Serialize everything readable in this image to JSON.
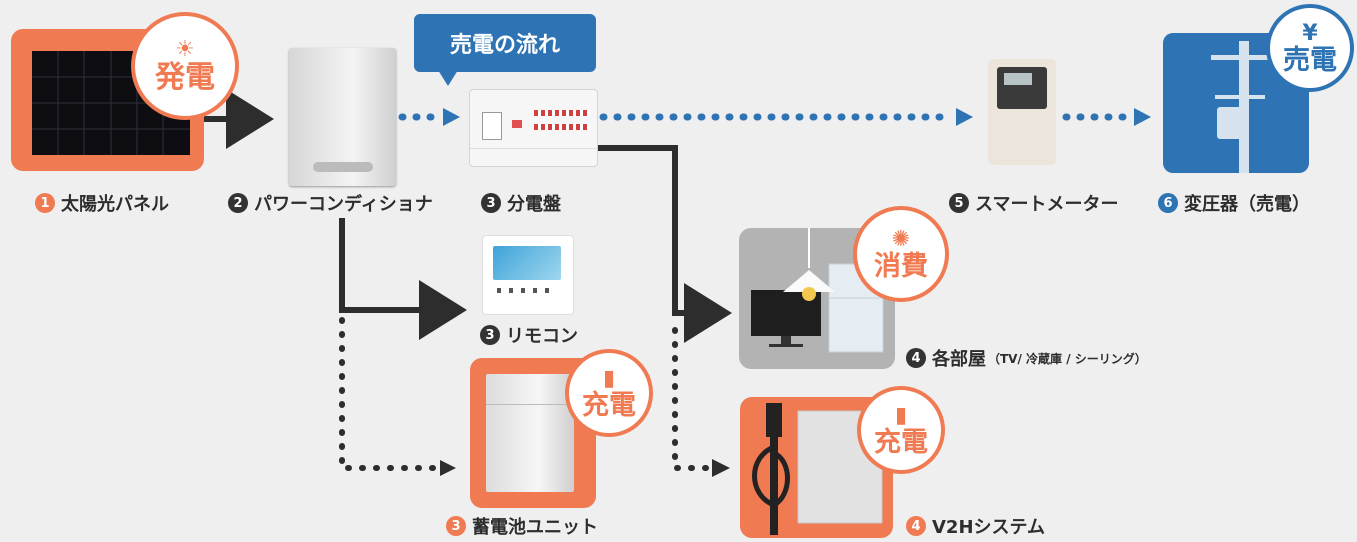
{
  "callout": {
    "text": "売電の流れ"
  },
  "badges": {
    "generate": "発電",
    "consume": "消費",
    "charge_battery": "充電",
    "charge_v2h": "充電",
    "sell": "売電"
  },
  "items": [
    {
      "num": "1",
      "label": "太陽光パネル"
    },
    {
      "num": "2",
      "label": "パワーコンディショナ"
    },
    {
      "num": "3",
      "label": "分電盤"
    },
    {
      "num": "3",
      "label": "リモコン"
    },
    {
      "num": "3",
      "label": "蓄電池ユニット"
    },
    {
      "num": "4",
      "label": "各部屋",
      "note": "（TV/ 冷蔵庫 / シーリング）"
    },
    {
      "num": "4",
      "label": "V2Hシステム"
    },
    {
      "num": "5",
      "label": "スマートメーター"
    },
    {
      "num": "6",
      "label": "変圧器（売電）"
    }
  ],
  "colors": {
    "accent_orange": "#f07a51",
    "accent_blue": "#2e73b4",
    "flow_dark": "#2d2d2d",
    "background": "#efefef"
  },
  "icons": [
    "sun-icon",
    "lightbulb-icon",
    "battery-icon",
    "money-bag-icon",
    "arrow-icon"
  ]
}
